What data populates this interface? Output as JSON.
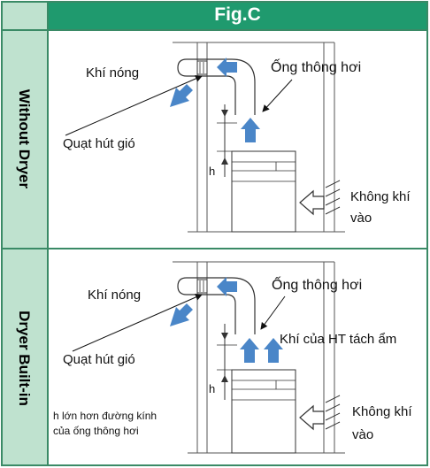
{
  "header": {
    "title": "Fig.C"
  },
  "sections": [
    {
      "label": "Without Dryer",
      "hot_air": "Khí nóng",
      "vent_pipe": "Ống thông hơi",
      "exhaust_fan": "Quạt hút gió",
      "air_in_line1": "Không khí",
      "air_in_line2": "vào",
      "h": "h"
    },
    {
      "label": "Dryer Built-in",
      "hot_air": "Khí nóng",
      "vent_pipe": "Ống thông hơi",
      "dryer_air": "Khí của HT tách ẩm",
      "exhaust_fan": "Quạt hút gió",
      "note_line1": "h lớn hơn đường kính",
      "note_line2": "của ống thông hơi",
      "air_in_line1": "Không khí",
      "air_in_line2": "vào",
      "h": "h"
    }
  ],
  "colors": {
    "green": "#1f9a6e",
    "light_green": "#bfe2cf",
    "arrow_blue": "#4a86c8"
  }
}
